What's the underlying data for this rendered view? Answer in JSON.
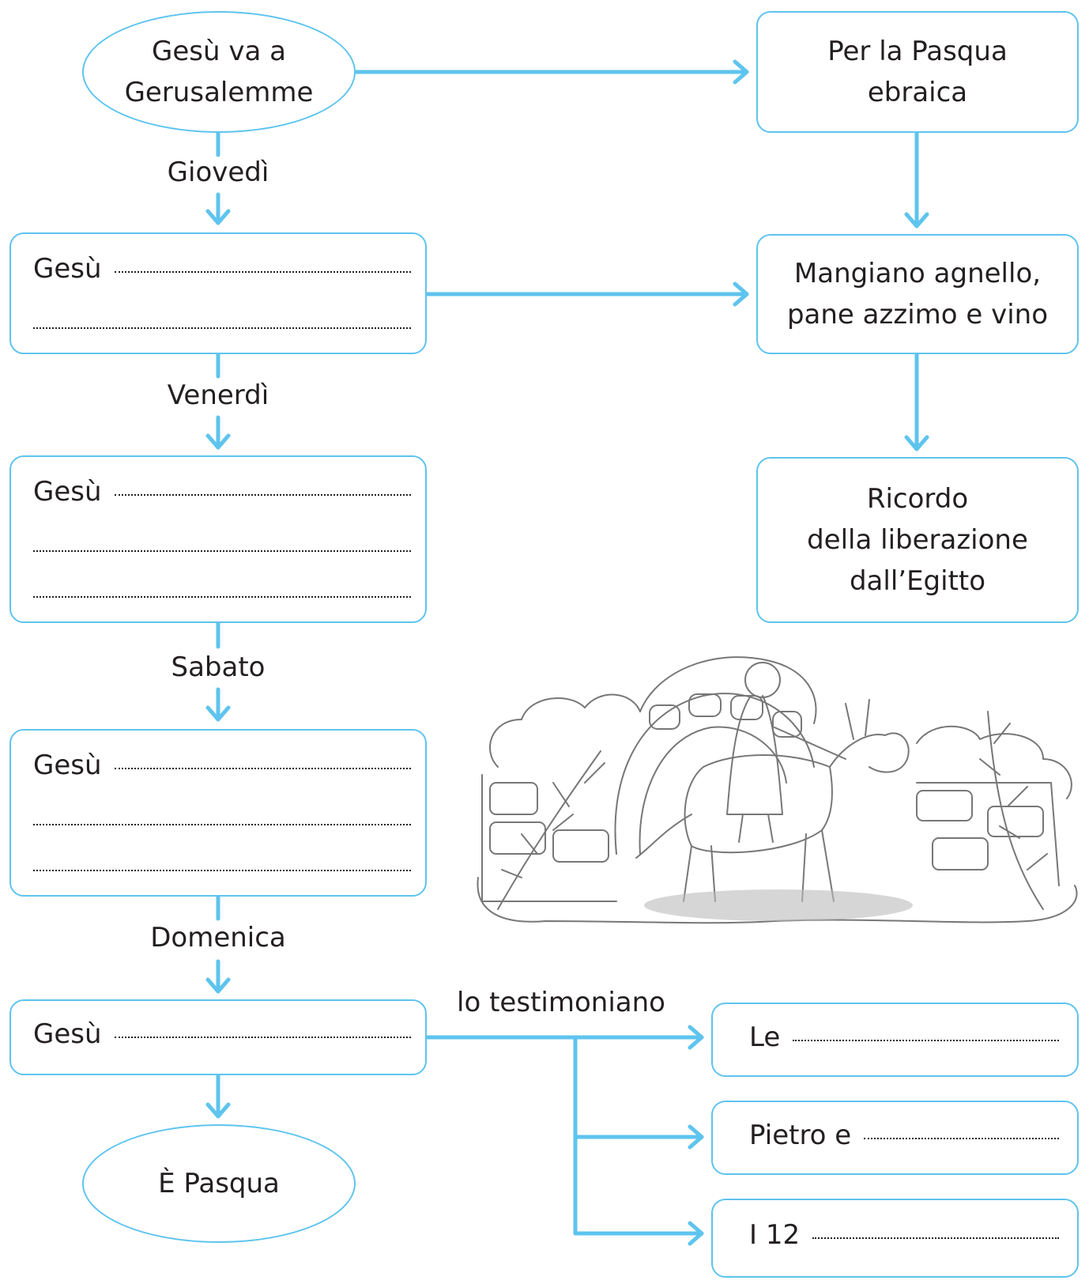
{
  "start": {
    "line1": "Gesù va a",
    "line2": "Gerusalemme"
  },
  "end": {
    "text": "È Pasqua"
  },
  "days": [
    "Giovedì",
    "Venerdì",
    "Sabato",
    "Domenica"
  ],
  "left_boxes": [
    {
      "prefix": "Gesù"
    },
    {
      "prefix": "Gesù"
    },
    {
      "prefix": "Gesù"
    },
    {
      "prefix": "Gesù"
    }
  ],
  "right_boxes": [
    {
      "line1": "Per la Pasqua",
      "line2": "ebraica"
    },
    {
      "line1": "Mangiano agnello,",
      "line2": "pane azzimo e vino"
    },
    {
      "line1": "Ricordo",
      "line2": "della liberazione",
      "line3": "dall’Egitto"
    }
  ],
  "witness_label": "lo testimoniano",
  "witness_boxes": [
    {
      "prefix": "Le"
    },
    {
      "prefix": "Pietro e"
    },
    {
      "prefix": "I 12"
    }
  ],
  "illustration": {
    "icon": "jesus-on-donkey-illustration"
  },
  "colors": {
    "accent": "#5ec4ee",
    "text": "#231f20"
  }
}
